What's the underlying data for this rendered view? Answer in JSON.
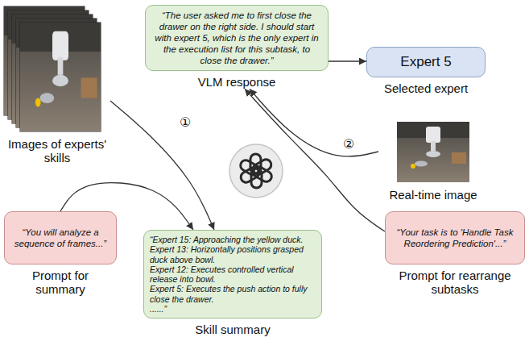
{
  "diagram": {
    "nodes": [
      {
        "text": [
          "Images of experts' skills"
        ]
      },
      {
        "text": [
          "“The user asked me to first close the drawer on the right side. I should start with expert 5, which is the only expert in the execution list for this subtask, to close the drawer.”",
          "VLM response"
        ]
      },
      {
        "text": [
          "Expert 5",
          "Selected expert"
        ]
      },
      {
        "text": [
          "Real-time image"
        ]
      },
      {
        "text": [
          "“You will analyze a sequence of frames...”",
          "Prompt for summary"
        ]
      },
      {
        "text": [
          "“Expert 15: Approaching the yellow duck.",
          "Expert 13: Horizontally positions grasped duck above bowl.",
          "Expert 12: Executes controlled vertical release into bowl.",
          "Expert 5: Executes the push action to fully close the drawer.",
          "......”",
          "Skill summary"
        ]
      },
      {
        "text": [
          "“Your task is to 'Handle Task Reordering Prediction'...”",
          "Prompt for rearrange subtasks"
        ]
      }
    ],
    "edges": [
      {
        "from": 0,
        "to": 5,
        "arrow": "to",
        "label": "①"
      },
      {
        "from": 4,
        "to": 5,
        "arrow": "to"
      },
      {
        "from": 3,
        "to": 1,
        "arrow": "to",
        "label": "②"
      },
      {
        "from": 6,
        "to": 1,
        "arrow": "to"
      },
      {
        "from": 1,
        "to": 2,
        "arrow": "to"
      }
    ]
  }
}
